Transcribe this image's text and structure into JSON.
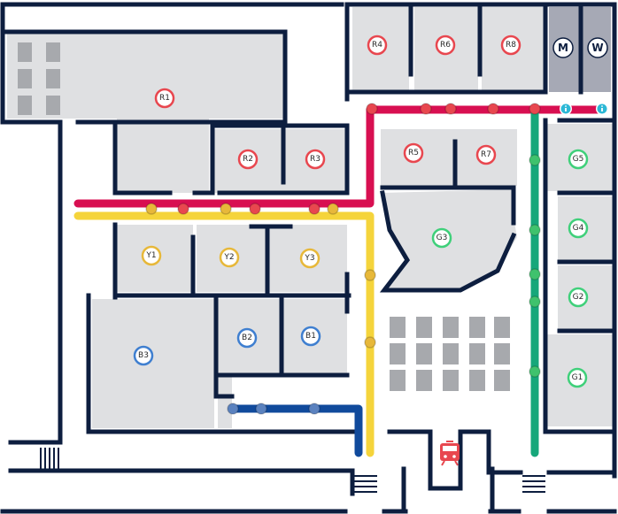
{
  "colors": {
    "wall": "#0d1e3f",
    "room": "#dfe0e2",
    "red": "#d80f51",
    "red_marker": "#e8474f",
    "yellow": "#f5d43b",
    "blue": "#104a9c",
    "blue_marker": "#3f7fd0",
    "green": "#16a77a",
    "green_marker": "#3fd07a",
    "restroom": "#a6a9b5",
    "info_icon": "#2cb8d6"
  },
  "rooms": [
    {
      "id": "R1",
      "label": "R1",
      "color": "red"
    },
    {
      "id": "R2",
      "label": "R2",
      "color": "red"
    },
    {
      "id": "R3",
      "label": "R3",
      "color": "red"
    },
    {
      "id": "R4",
      "label": "R4",
      "color": "red"
    },
    {
      "id": "R5",
      "label": "R5",
      "color": "red"
    },
    {
      "id": "R6",
      "label": "R6",
      "color": "red"
    },
    {
      "id": "R7",
      "label": "R7",
      "color": "red"
    },
    {
      "id": "R8",
      "label": "R8",
      "color": "red"
    },
    {
      "id": "Y1",
      "label": "Y1",
      "color": "yellow"
    },
    {
      "id": "Y2",
      "label": "Y2",
      "color": "yellow"
    },
    {
      "id": "Y3",
      "label": "Y3",
      "color": "yellow"
    },
    {
      "id": "B1",
      "label": "B1",
      "color": "blue"
    },
    {
      "id": "B2",
      "label": "B2",
      "color": "blue"
    },
    {
      "id": "B3",
      "label": "B3",
      "color": "blue"
    },
    {
      "id": "G1",
      "label": "G1",
      "color": "green"
    },
    {
      "id": "G2",
      "label": "G2",
      "color": "green"
    },
    {
      "id": "G3",
      "label": "G3",
      "color": "green"
    },
    {
      "id": "G4",
      "label": "G4",
      "color": "green"
    },
    {
      "id": "G5",
      "label": "G5",
      "color": "green"
    }
  ],
  "restrooms": [
    {
      "id": "men",
      "icon": "men-restroom-icon",
      "letter": "M"
    },
    {
      "id": "women",
      "icon": "women-restroom-icon",
      "letter": "W"
    }
  ],
  "icons": {
    "info": "info-icon",
    "train": "train-icon"
  }
}
